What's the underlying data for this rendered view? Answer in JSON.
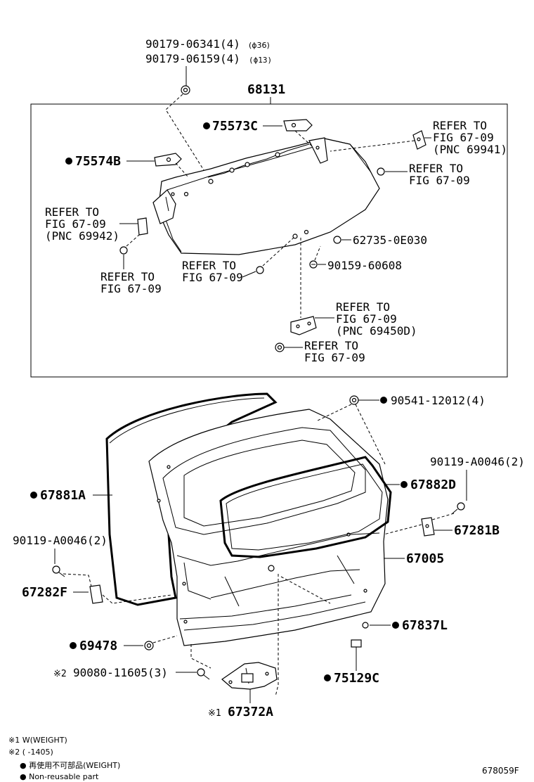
{
  "glass_group": {
    "part_no": "68131",
    "bolts": [
      {
        "part": "90179-06341(4)",
        "note": "(ϕ36)"
      },
      {
        "part": "90179-06159(4)",
        "note": "(ϕ13)"
      }
    ]
  },
  "labels": {
    "p75573c": "75573C",
    "p75574b": "75574B",
    "p62735": "62735-0E030",
    "p90159": "90159-60608",
    "p90541": "90541-12012(4)",
    "p90119_right": "90119-A0046(2)",
    "p67882d": "67882D",
    "p67881a": "67881A",
    "p67281b": "67281B",
    "p67005": "67005",
    "p90119_left": "90119-A0046(2)",
    "p67282f": "67282F",
    "p67837l": "67837L",
    "p69478": "69478",
    "p75129c": "75129C",
    "p90080": "90080-11605(3)",
    "p67372a": "67372A",
    "mark1": "※1",
    "mark2": "※2"
  },
  "refers": {
    "r1": [
      "REFER TO",
      "FIG 67-09",
      "(PNC 69941)"
    ],
    "r2": [
      "REFER TO",
      "FIG 67-09"
    ],
    "r3": [
      "REFER TO",
      "FIG 67-09",
      "(PNC 69942)"
    ],
    "r4": [
      "REFER TO",
      "FIG 67-09"
    ],
    "r5": [
      "REFER TO",
      "FIG 67-09"
    ],
    "r6": [
      "REFER TO",
      "FIG 67-09",
      "(PNC 69450D)"
    ],
    "r7": [
      "REFER TO",
      "FIG 67-09"
    ]
  },
  "legend": {
    "note1": "※1 W(WEIGHT)",
    "note2": "※2 (      -1405)",
    "note3": "● 再使用不可部品(WEIGHT)",
    "note4": "● Non-reusable part"
  },
  "figure_id": "678059F"
}
